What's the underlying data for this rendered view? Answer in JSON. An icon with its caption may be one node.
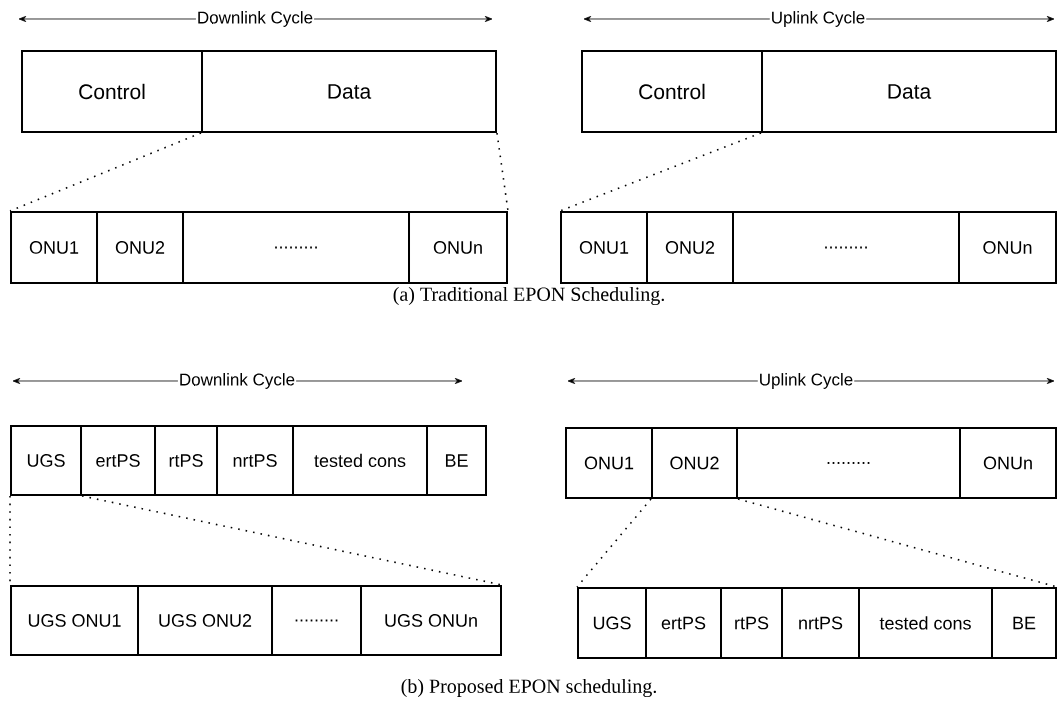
{
  "diagram": {
    "nodes": [
      {
        "text": [
          "Control"
        ]
      },
      {
        "text": [
          "Data"
        ]
      },
      {
        "text": [
          "ONU1"
        ]
      },
      {
        "text": [
          "ONU2"
        ]
      },
      {
        "text": [
          "........."
        ]
      },
      {
        "text": [
          "ONUn"
        ]
      },
      {
        "text": [
          "Control"
        ]
      },
      {
        "text": [
          "Data"
        ]
      },
      {
        "text": [
          "ONU1"
        ]
      },
      {
        "text": [
          "ONU2"
        ]
      },
      {
        "text": [
          "........."
        ]
      },
      {
        "text": [
          "ONUn"
        ]
      },
      {
        "text": [
          "UGS"
        ]
      },
      {
        "text": [
          "ertPS"
        ]
      },
      {
        "text": [
          "rtPS"
        ]
      },
      {
        "text": [
          "nrtPS"
        ]
      },
      {
        "text": [
          "tested cons"
        ]
      },
      {
        "text": [
          "BE"
        ]
      },
      {
        "text": [
          "UGS ONU1"
        ]
      },
      {
        "text": [
          "UGS ONU2"
        ]
      },
      {
        "text": [
          "........."
        ]
      },
      {
        "text": [
          "UGS ONUn"
        ]
      },
      {
        "text": [
          "ONU1"
        ]
      },
      {
        "text": [
          "ONU2"
        ]
      },
      {
        "text": [
          "........."
        ]
      },
      {
        "text": [
          "ONUn"
        ]
      },
      {
        "text": [
          "UGS"
        ]
      },
      {
        "text": [
          "ertPS"
        ]
      },
      {
        "text": [
          "rtPS"
        ]
      },
      {
        "text": [
          "nrtPS"
        ]
      },
      {
        "text": [
          "tested cons"
        ]
      },
      {
        "text": [
          "BE"
        ]
      }
    ],
    "edges": [
      {
        "from": 1,
        "to": 2,
        "arrow": "none",
        "style": "dashed"
      },
      {
        "from": 1,
        "to": 5,
        "arrow": "none",
        "style": "dashed"
      },
      {
        "from": 7,
        "to": 8,
        "arrow": "none",
        "style": "dashed"
      },
      {
        "from": 12,
        "to": 18,
        "arrow": "none",
        "style": "dashed"
      },
      {
        "from": 12,
        "to": 21,
        "arrow": "none",
        "style": "dashed"
      },
      {
        "from": 23,
        "to": 26,
        "arrow": "none",
        "style": "dashed"
      },
      {
        "from": 23,
        "to": 31,
        "arrow": "none",
        "style": "dashed"
      }
    ],
    "labels": [
      "Downlink Cycle",
      "Uplink Cycle",
      "(a) Traditional EPON Scheduling.",
      "Downlink Cycle",
      "Uplink Cycle",
      "(b) Proposed EPON scheduling."
    ]
  }
}
